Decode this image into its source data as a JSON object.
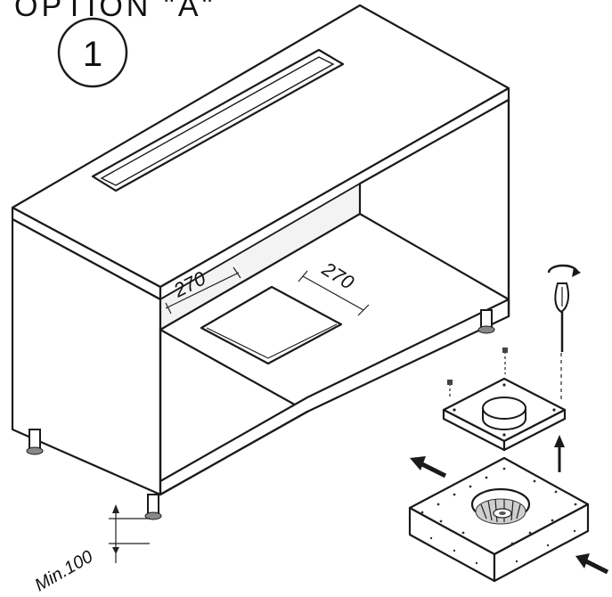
{
  "header": {
    "title": "OPTION \"A\""
  },
  "step": {
    "number": "1"
  },
  "dimensions": {
    "width": "270",
    "depth": "270",
    "min_height": "Min.100"
  },
  "colors": {
    "line": "#1a1a1a",
    "background": "#ffffff"
  },
  "icons": [
    "rotate-arrow-icon",
    "screwdriver-icon",
    "arrow-icon"
  ]
}
